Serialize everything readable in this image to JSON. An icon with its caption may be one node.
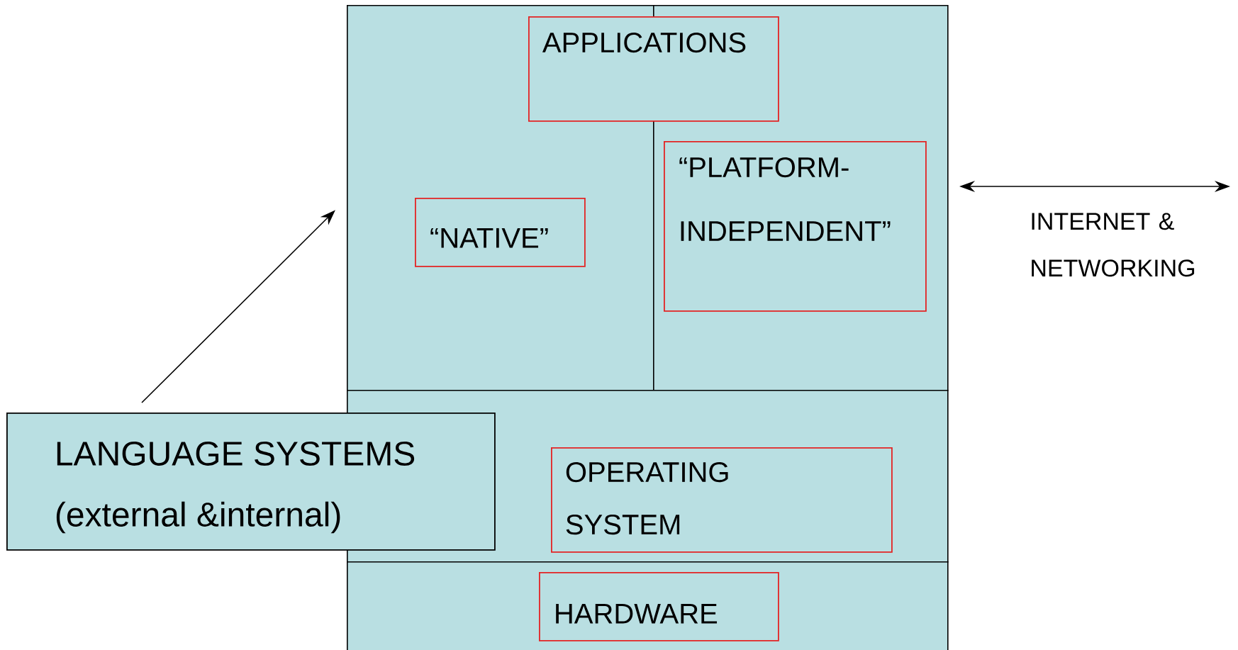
{
  "diagram": {
    "nodes": [
      {
        "text": [
          "APPLICATIONS"
        ]
      },
      {
        "text": [],
        "shape": "box"
      },
      {
        "text": [
          "“NATIVE”"
        ],
        "in": 1
      },
      {
        "text": [],
        "shape": "box"
      },
      {
        "text": [
          "“PLATFORM-INDEPENDENT”"
        ],
        "in": 3
      },
      {
        "text": [],
        "shape": "box"
      },
      {
        "text": [
          "OPERATING SYSTEM"
        ],
        "in": 5
      },
      {
        "text": [],
        "shape": "box"
      },
      {
        "text": [
          "HARDWARE"
        ],
        "in": 7
      },
      {
        "text": [
          "LANGUAGE SYSTEMS",
          "(external &internal)"
        ]
      }
    ],
    "edges": [
      {
        "from": 9,
        "to": 1,
        "arrow": "to"
      }
    ],
    "labels": [
      "INTERNET & NETWORKING"
    ]
  }
}
